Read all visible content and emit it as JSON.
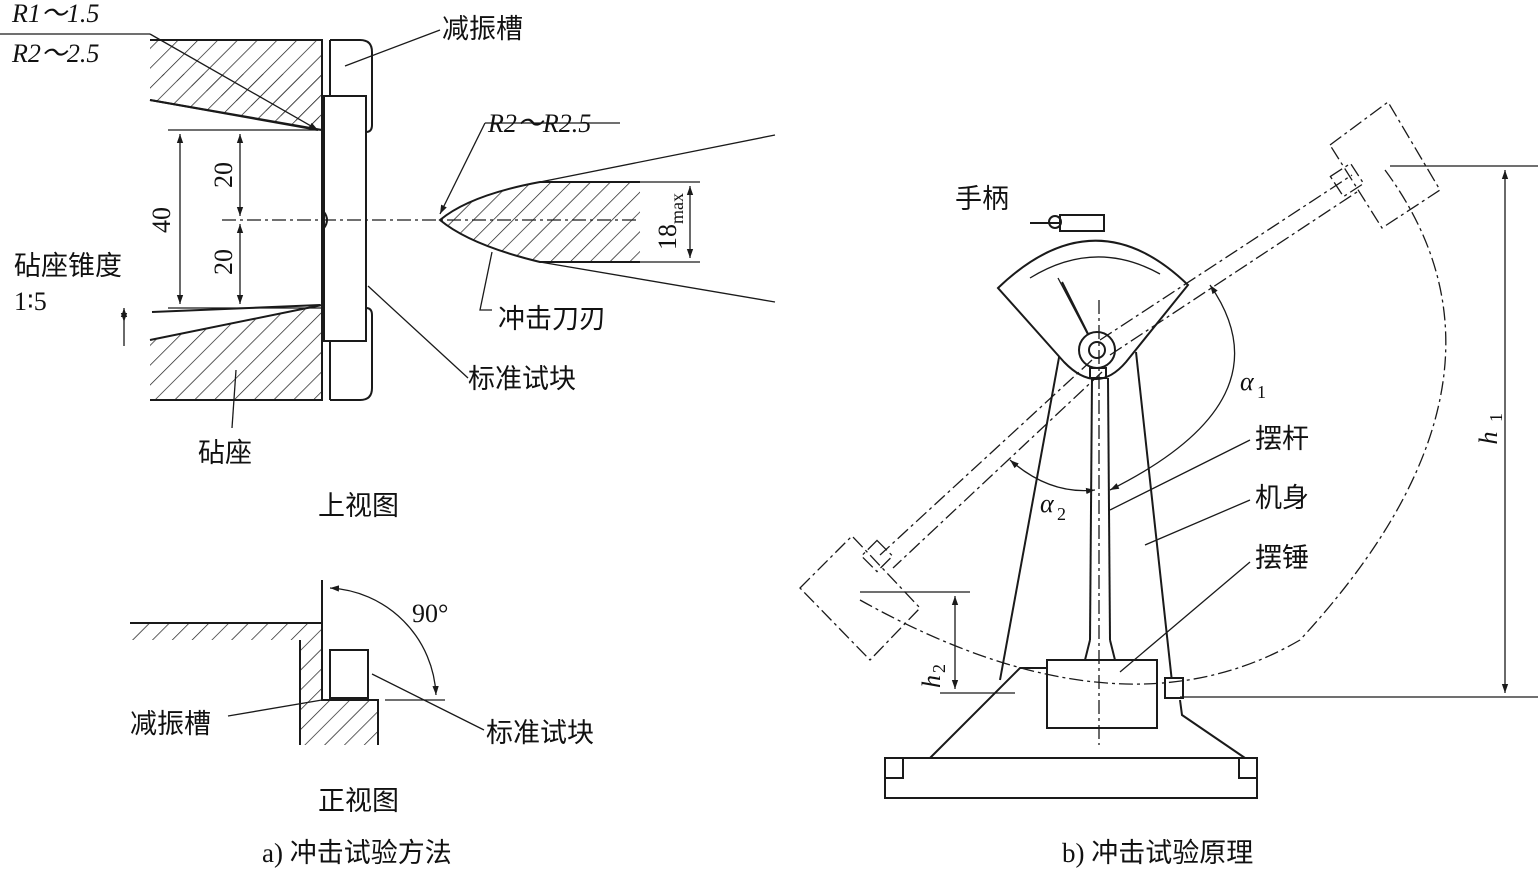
{
  "left_panel": {
    "top_view": {
      "label_r1": "R1～1.5",
      "label_r2": "R2～2.5",
      "label_damping_groove": "减振槽",
      "label_blade_radius": "R2～R2.5",
      "dim_total": "40",
      "dim_upper": "20",
      "dim_lower": "20",
      "dim_blade": "18",
      "dim_blade_sub": "max",
      "label_anvil_taper": "砧座锥度",
      "label_taper_ratio": "1∶5",
      "label_blade": "冲击刀刃",
      "label_test_block": "标准试块",
      "label_anvil": "砧座",
      "view_title": "上视图"
    },
    "front_view": {
      "angle": "90°",
      "label_damping_groove": "减振槽",
      "label_test_block": "标准试块",
      "view_title": "正视图"
    },
    "caption": "a) 冲击试验方法"
  },
  "right_panel": {
    "label_handle": "手柄",
    "label_alpha1": "α",
    "label_alpha1_sub": "1",
    "label_alpha2": "α",
    "label_alpha2_sub": "2",
    "label_pendulum_rod": "摆杆",
    "label_body": "机身",
    "label_hammer": "摆锤",
    "label_h1": "h",
    "label_h1_sub": "1",
    "label_h2": "h",
    "label_h2_sub": "2",
    "caption": "b) 冲击试验原理"
  }
}
